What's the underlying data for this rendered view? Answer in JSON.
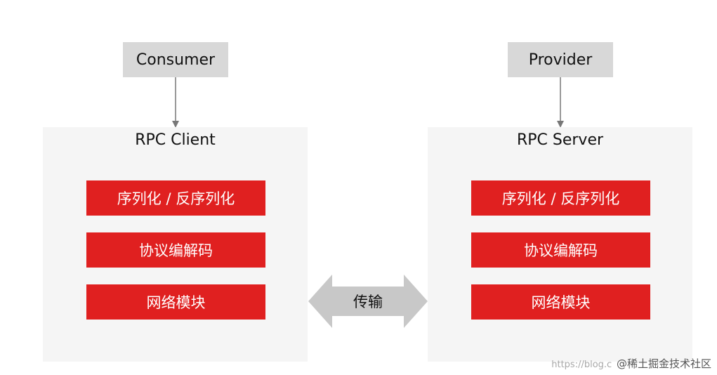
{
  "consumer": {
    "label": "Consumer"
  },
  "provider": {
    "label": "Provider"
  },
  "client": {
    "title": "RPC Client",
    "layers": [
      "序列化 / 反序列化",
      "协议编解码",
      "网络模块"
    ]
  },
  "server": {
    "title": "RPC Server",
    "layers": [
      "序列化 / 反序列化",
      "协议编解码",
      "网络模块"
    ]
  },
  "transport": {
    "label": "传输"
  },
  "watermark": {
    "url": "https://blog.c",
    "text": "@稀土掘金技术社区"
  },
  "colors": {
    "layer": "#e02020",
    "top_box": "#d8d8d8",
    "panel": "#f5f5f5",
    "arrow": "#c8c8c8",
    "connector": "#777777"
  }
}
